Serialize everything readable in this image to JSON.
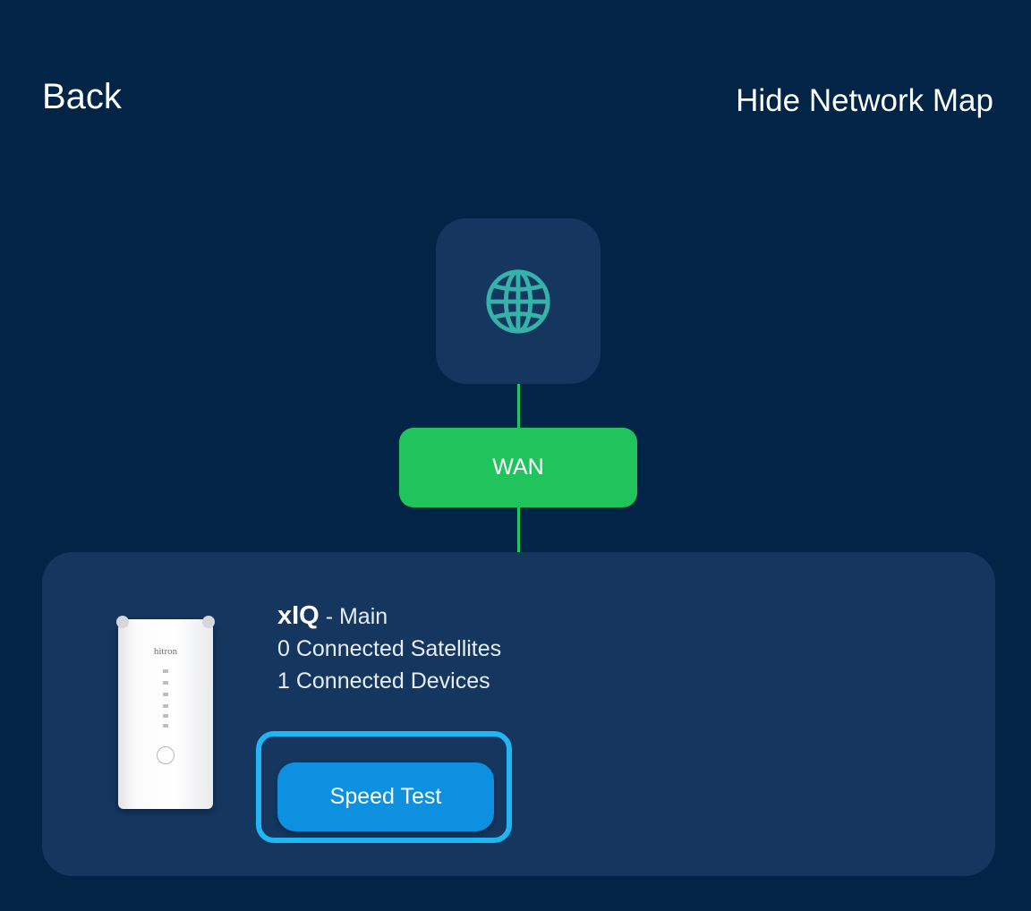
{
  "header": {
    "back_label": "Back",
    "hide_map_label": "Hide Network Map"
  },
  "network_map": {
    "internet_icon": "globe-icon",
    "link_label": "WAN",
    "link_color": "#21c35d"
  },
  "device": {
    "name": "xIQ",
    "role": "- Main",
    "satellites": "0 Connected Satellites",
    "devices": "1 Connected Devices",
    "router_brand": "hitron",
    "speed_test_label": "Speed Test"
  },
  "colors": {
    "background": "#022547",
    "card": "#14365f",
    "accent": "#0e90e0",
    "highlight": "#1fb6f3",
    "globe": "#35b3a8"
  }
}
